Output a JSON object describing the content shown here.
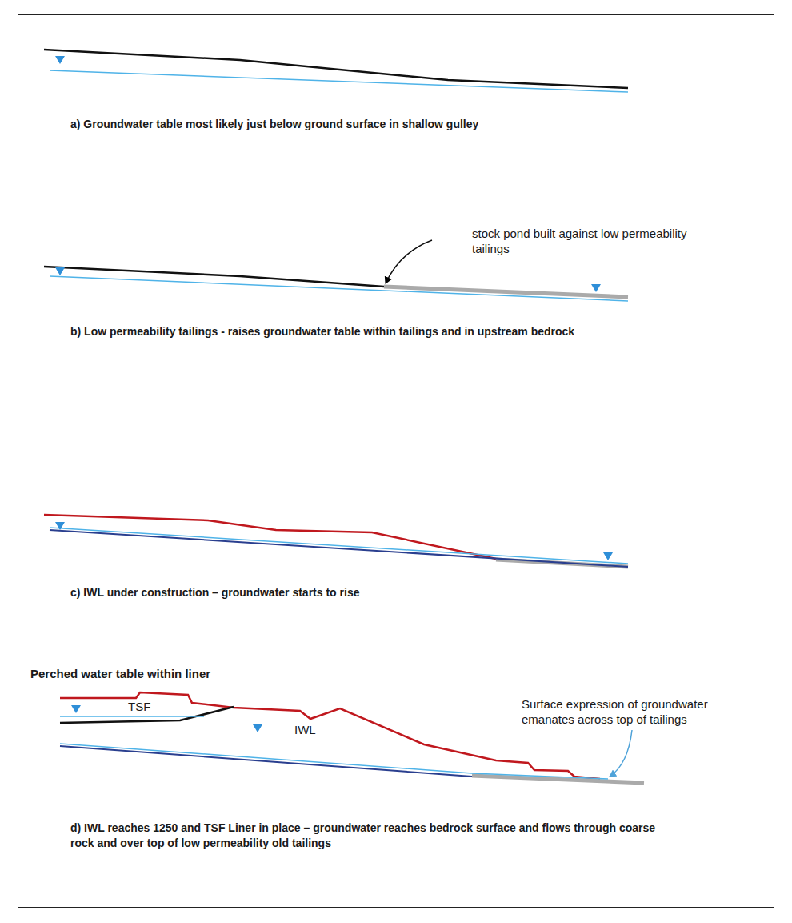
{
  "diagram": {
    "labels": [
      "a)  Groundwater table most likely just below ground surface in shallow gulley",
      "stock pond built against low permeability tailings",
      "b)  Low permeability tailings - raises groundwater table within tailings and in upstream bedrock",
      "c) IWL under construction – groundwater starts to rise",
      "Perched water table within liner",
      "TSF",
      "IWL",
      "Surface expression of groundwater emanates across top of tailings",
      "d) IWL reaches 1250 and TSF Liner in place – groundwater reaches bedrock surface and flows through coarse rock and over top of low permeability old tailings"
    ]
  }
}
